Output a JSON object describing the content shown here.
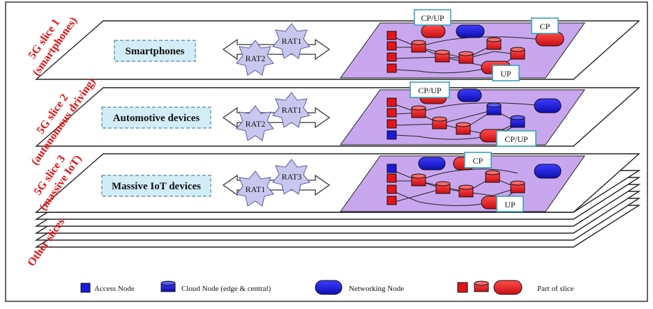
{
  "slices": [
    {
      "label_line1": "5G slice 1",
      "label_line2": "(smartphones)",
      "device": "Smartphones",
      "rats": [
        "RAT1",
        "RAT2"
      ],
      "callouts": [
        "CP/UP",
        "CP",
        "UP"
      ]
    },
    {
      "label_line1": "5G slice 2",
      "label_line2": "(autonomous driving)",
      "device": "Automotive devices",
      "rats": [
        "RAT1",
        "RAT2"
      ],
      "callouts": [
        "CP/UP",
        "CP/UP"
      ]
    },
    {
      "label_line1": "5G slice 3",
      "label_line2": "(massive IoT)",
      "device": "Massive IoT devices",
      "rats": [
        "RAT3",
        "RAT1"
      ],
      "callouts": [
        "CP",
        "UP"
      ]
    }
  ],
  "other_slices_label": "Other slices",
  "legend": {
    "access_node": "Access Node",
    "cloud_node": "Cloud Node (edge & central)",
    "networking_node": "Networking Node",
    "part_of_slice": "Part of slice"
  },
  "colors": {
    "slice_label": "#e81010",
    "network_area": "#c9a7ee",
    "slice_node": "#e3141b",
    "infrastructure_node": "#1a1ad8",
    "device_box": "#d3edf7",
    "rat_star": "#c8c8ee",
    "callout_border": "#38a3b8"
  }
}
